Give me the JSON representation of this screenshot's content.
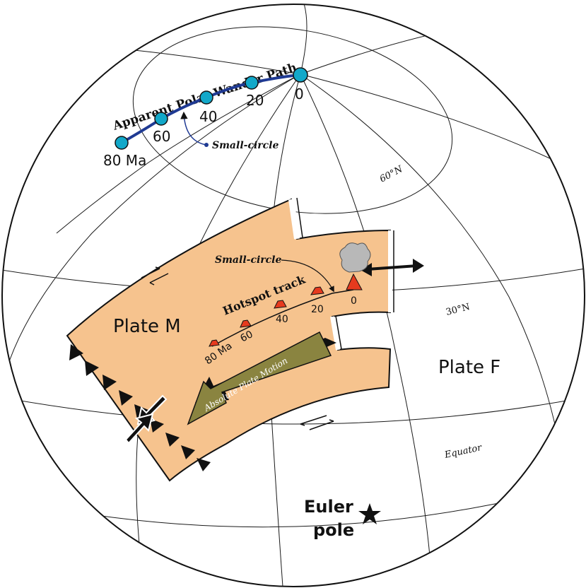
{
  "apwp": {
    "title": "Apparent Polar Wander Path",
    "ages": [
      "0",
      "20",
      "40",
      "60",
      "80 Ma"
    ],
    "small_circle_label": "Small-circle",
    "path_color": "#1f3a93",
    "pole_color": "#12a8c9"
  },
  "latitudes": {
    "lat60": "60°N",
    "lat30": "30°N",
    "equator": "Equator"
  },
  "plate_m": {
    "label": "Plate M",
    "fill_color": "#f6c38e",
    "hotspot_track_label": "Hotspot track",
    "small_circle_label": "Small-circle",
    "track_ages": [
      "0",
      "20",
      "40",
      "60",
      "80 Ma"
    ],
    "volcano_color": "#e63a1e",
    "plume_color": "#b8b8b8",
    "motion_label": "Absolute Plate Motion",
    "motion_arrow_color": "#8a8440"
  },
  "plate_f": {
    "label": "Plate F"
  },
  "euler_pole": {
    "label_line1": "Euler",
    "label_line2": "pole"
  }
}
